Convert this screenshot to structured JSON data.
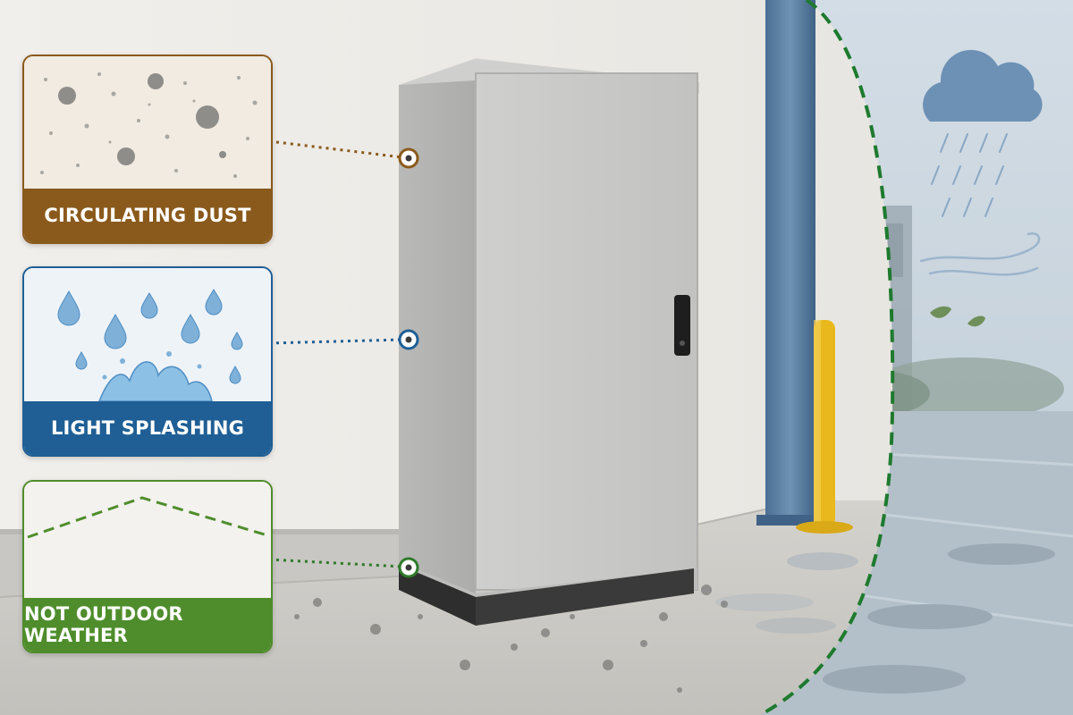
{
  "labels": {
    "dust": "CIRCULATING DUST",
    "splash": "LIGHT SPLASHING",
    "weather": "NOT OUTDOOR WEATHER"
  },
  "colors": {
    "dust": "#8a5a1c",
    "splash": "#1f5f95",
    "weather": "#4f8d2c",
    "enclosure": "#c9c9c7",
    "bollard": "#e8b81c",
    "boundary_dash": "#1e7a2e"
  },
  "icons": [
    "dust-particles-icon",
    "water-splash-icon",
    "rain-cloud-icon",
    "wind-icon",
    "leaf-icon"
  ]
}
